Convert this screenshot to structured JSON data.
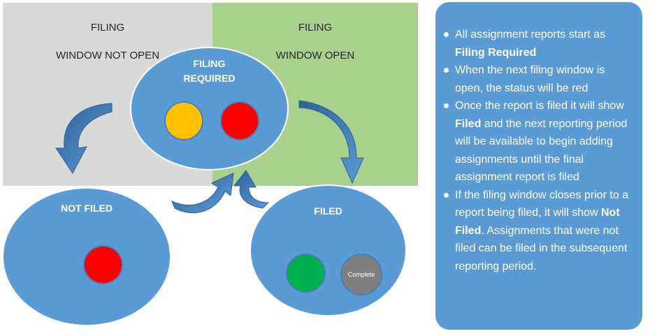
{
  "zones": {
    "closed": {
      "line1": "FILING",
      "line2": "WINDOW NOT OPEN"
    },
    "open": {
      "line1": "FILING",
      "line2": "WINDOW  OPEN"
    }
  },
  "states": {
    "required": {
      "line1": "FILING",
      "line2": "REQUIRED"
    },
    "not_filed": {
      "label": "NOT FILED"
    },
    "filed": {
      "label": "FILED",
      "complete_label": "Complete"
    }
  },
  "status_colors": {
    "amber": "#ffc000",
    "red": "#ff0000",
    "green": "#00b050",
    "complete_grey": "#7f7f7f"
  },
  "info": {
    "items": [
      {
        "text_a": "All assignment reports start as ",
        "bold": "Filing Required",
        "text_b": ""
      },
      {
        "text_a": "When the next filing window is open, the status will be red",
        "bold": "",
        "text_b": ""
      },
      {
        "text_a": "Once the report is filed it will show ",
        "bold": "Filed",
        "text_b": " and the next reporting period will be available to begin adding assignments until the final assignment report is filed"
      },
      {
        "text_a": "If the filing window closes prior to a report being filed, it will show ",
        "bold": "Not Filed",
        "text_b": ". Assignments that were not filed can be filed in the subsequent reporting period."
      }
    ]
  },
  "colors": {
    "bubble": "#5b9bd5",
    "zone_closed": "#d9d9d9",
    "zone_open": "#a9d18e",
    "arrow": "#3c73ac"
  }
}
